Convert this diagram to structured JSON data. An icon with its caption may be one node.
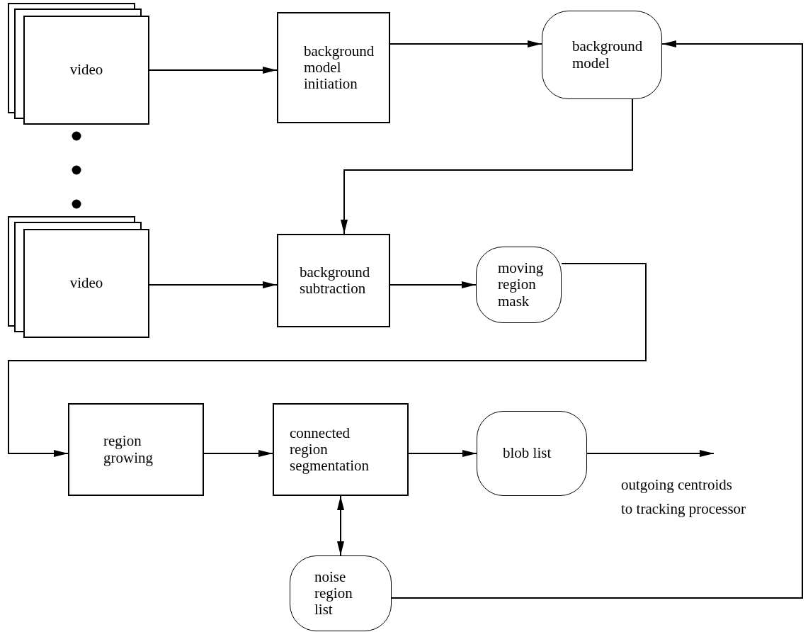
{
  "diagram": {
    "nodes": [
      {
        "text": [
          "video"
        ]
      },
      {
        "text": [
          "background model initiation"
        ]
      },
      {
        "text": [
          "background model"
        ]
      },
      {
        "text": [
          "video"
        ]
      },
      {
        "text": [
          "background subtraction"
        ]
      },
      {
        "text": [
          "moving region mask"
        ]
      },
      {
        "text": [
          "region growing"
        ]
      },
      {
        "text": [
          "connected region segmentation"
        ]
      },
      {
        "text": [
          "blob list"
        ]
      },
      {
        "text": [
          "noise region list"
        ]
      }
    ],
    "edges": [
      {
        "from": 0,
        "to": 1,
        "arrow": "to"
      },
      {
        "from": 1,
        "to": 2,
        "arrow": "to"
      },
      {
        "from": 2,
        "to": 4,
        "arrow": "to"
      },
      {
        "from": 3,
        "to": 4,
        "arrow": "to"
      },
      {
        "from": 4,
        "to": 5,
        "arrow": "to"
      },
      {
        "from": 5,
        "to": 6,
        "arrow": "to"
      },
      {
        "from": 6,
        "to": 7,
        "arrow": "to"
      },
      {
        "from": 7,
        "to": 8,
        "arrow": "to"
      },
      {
        "from": 8,
        "to": null,
        "arrow": "to"
      },
      {
        "from": 7,
        "to": 9,
        "arrow": "both"
      },
      {
        "from": 9,
        "to": 2,
        "arrow": "to"
      }
    ],
    "labels": [
      "outgoing centroids to tracking processor"
    ]
  }
}
